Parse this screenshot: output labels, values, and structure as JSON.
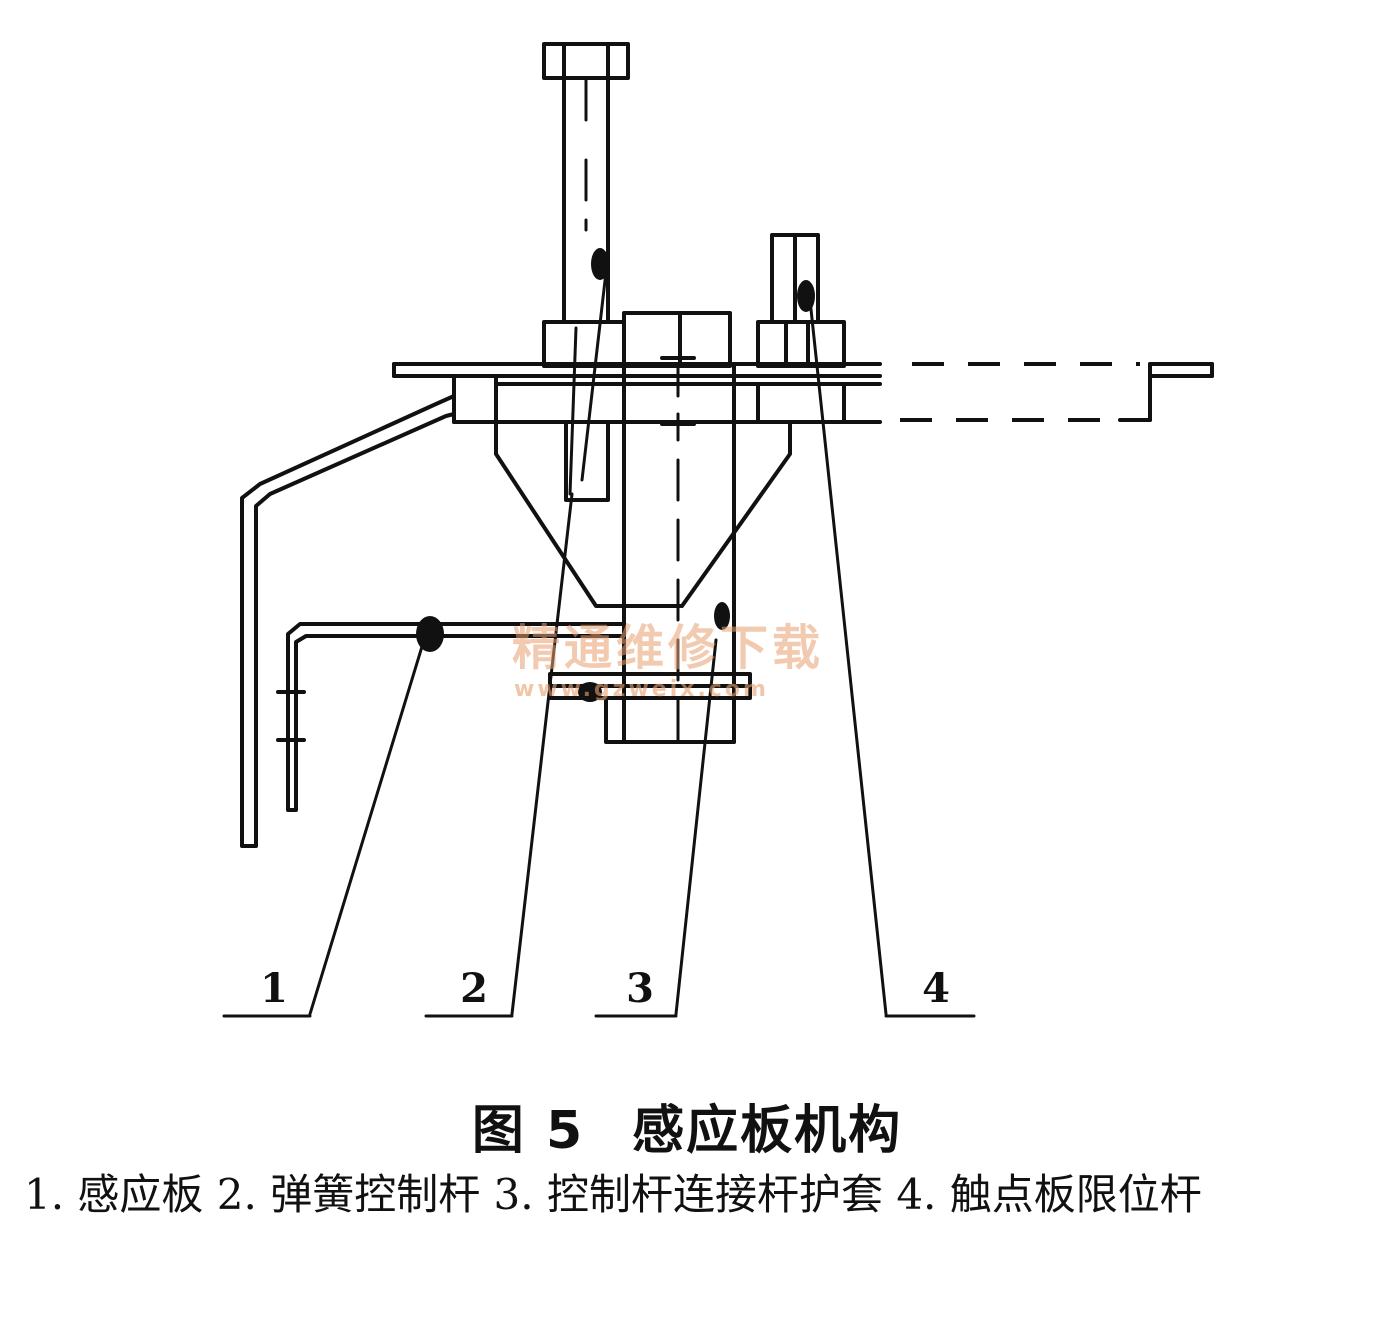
{
  "figure": {
    "callouts": [
      "1",
      "2",
      "3",
      "4"
    ],
    "watermark": {
      "text_cn": "精通维修下载",
      "text_url": "www.gzweix.com"
    }
  },
  "caption": {
    "figure_number": "图 5",
    "figure_title": "感应板机构",
    "legend": "1. 感应板 2. 弹簧控制杆 3. 控制杆连接杆护套 4. 触点板限位杆"
  }
}
